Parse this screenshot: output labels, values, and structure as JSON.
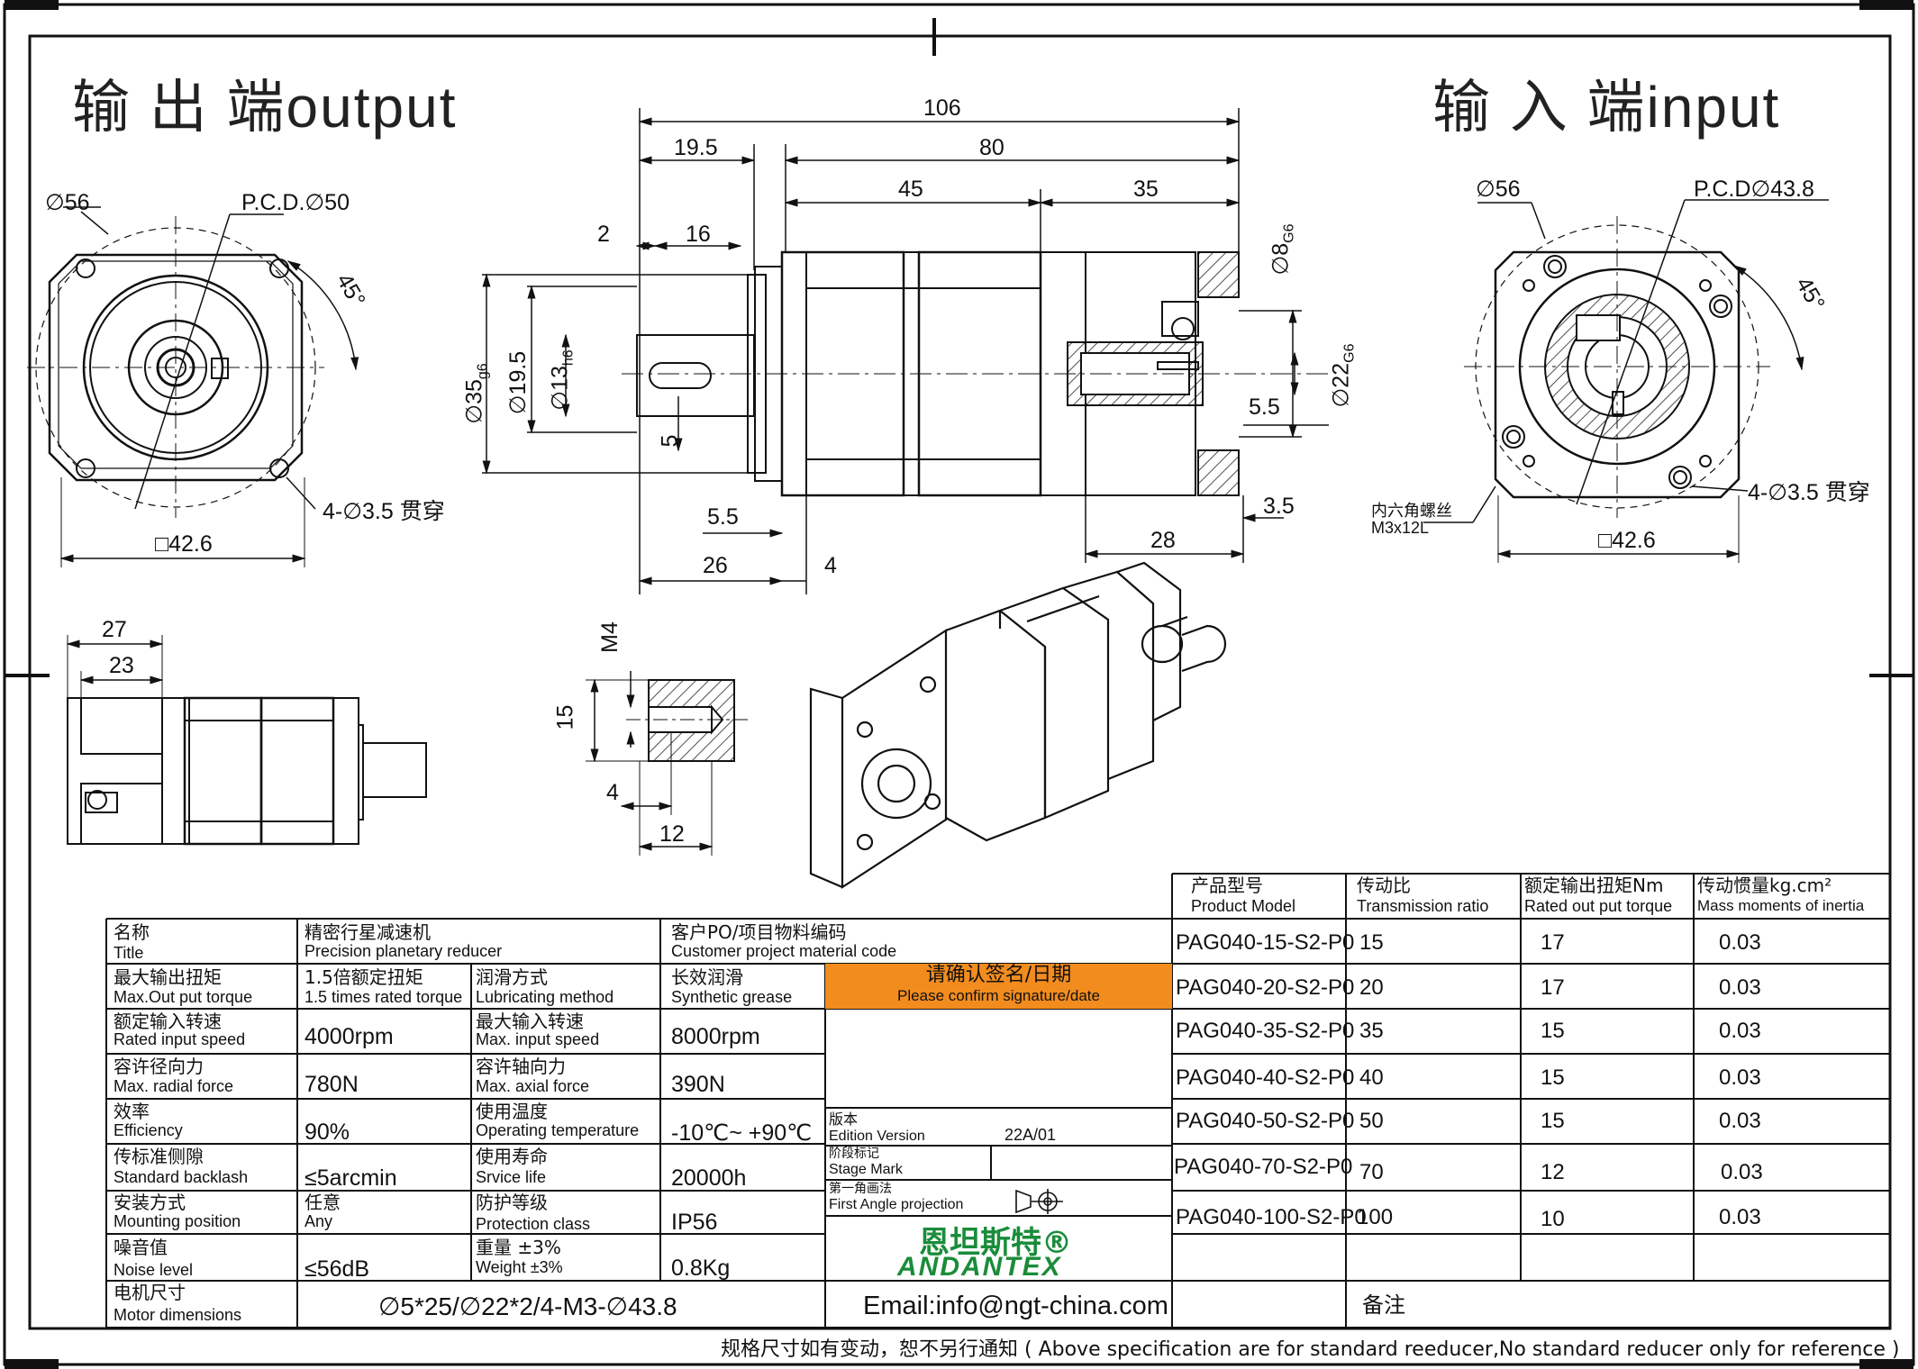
{
  "titles": {
    "output": "输 出 端output",
    "input": "输 入 端input"
  },
  "dims": {
    "total_len": "106",
    "d19_5": "19.5",
    "d80": "80",
    "d45": "45",
    "d35": "35",
    "d2": "2",
    "d16": "16",
    "d35g6": "∅35",
    "g6": "g6",
    "d19_5b": "∅19.5",
    "d13": "∅13",
    "h6": "h6",
    "d5": "5",
    "d8": "∅8",
    "G6a": "G6",
    "d22": "∅22",
    "G6b": "G6",
    "d5_5a": "5.5",
    "d5_5b": "5.5",
    "d3_5": "3.5",
    "d28": "28",
    "d26": "26",
    "d4": "4",
    "out_d56": "∅56",
    "out_pcd": "P.C.D.∅50",
    "out_45": "45°",
    "out_holes": "4-∅3.5 贯穿",
    "out_sq": "□42.6",
    "in_d56": "∅56",
    "in_pcd": "P.C.D∅43.8",
    "in_45": "45°",
    "in_holes": "4-∅3.5 贯穿",
    "in_sq": "□42.6",
    "screw_cn": "内六角螺丝",
    "screw_en": "M3x12L",
    "side_27": "27",
    "side_23": "23",
    "m4": "M4",
    "d15": "15",
    "d4b": "4",
    "d12": "12"
  },
  "spec": {
    "title_cn": "名称",
    "title_en": "Title",
    "title_val_cn": "精密行星减速机",
    "title_val_en": "Precision planetary reducer",
    "cust_cn": "客户PO/项目物料编码",
    "cust_en": "Customer project material code",
    "maxout_cn": "最大输出扭矩",
    "maxout_en": "Max.Out put torque",
    "maxout_val_cn": "1.5倍额定扭矩",
    "maxout_val_en": "1.5 times rated torque",
    "lub_cn": "润滑方式",
    "lub_en": "Lubricating method",
    "lub_val_cn": "长效润滑",
    "lub_val_en": "Synthetic grease",
    "confirm_cn": "请确认签名/日期",
    "confirm_en": "Please confirm signature/date",
    "rin_cn": "额定输入转速",
    "rin_en": "Rated input speed",
    "rin_val": "4000rpm",
    "maxin_cn": "最大输入转速",
    "maxin_en": "Max. input speed",
    "maxin_val": "8000rpm",
    "rad_cn": "容许径向力",
    "rad_en": "Max. radial force",
    "rad_val": "780N",
    "ax_cn": "容许轴向力",
    "ax_en": "Max. axial force",
    "ax_val": "390N",
    "eff_cn": "效率",
    "eff_en": "Efficiency",
    "eff_val": "90%",
    "temp_cn": "使用温度",
    "temp_en": "Operating temperature",
    "temp_val": "-10℃~ +90℃",
    "ver_cn": "版本",
    "ver_en": "Edition Version",
    "ver_val": "22A/01",
    "back_cn": "传标准侧隙",
    "back_en": "Standard backlash",
    "back_val": "≤5arcmin",
    "life_cn": "使用寿命",
    "life_en": "Srvice life",
    "life_val": "20000h",
    "stage_cn": "阶段标记",
    "stage_en": "Stage Mark",
    "mount_cn": "安装方式",
    "mount_en": "Mounting position",
    "mount_val_cn": "任意",
    "mount_val_en": "Any",
    "prot_cn": "防护等级",
    "prot_en": "Protection class",
    "prot_val": "IP56",
    "proj_cn": "第一角画法",
    "proj_en": "First Angle projection",
    "noise_cn": "噪音值",
    "noise_en": "Noise level",
    "noise_val": "≤56dB",
    "wt_cn": "重量 ±3%",
    "wt_en": "Weight ±3%",
    "wt_val": "0.8Kg",
    "logo_cn": "恩坦斯特®",
    "logo_en": "ANDANTEX",
    "motor_cn": "电机尺寸",
    "motor_en": "Motor dimensions",
    "motor_val": "∅5*25/∅22*2/4-M3-∅43.8",
    "email": "Email:info@ngt-china.com",
    "remark": "备注"
  },
  "models": {
    "h_model_cn": "产品型号",
    "h_model_en": "Product Model",
    "h_ratio_cn": "传动比",
    "h_ratio_en": "Transmission ratio",
    "h_torque_cn": "额定输出扭矩Nm",
    "h_torque_en": "Rated out put torque",
    "h_inertia_cn": "传动惯量kg.cm²",
    "h_inertia_en": "Mass moments of inertia",
    "rows": [
      {
        "model": "PAG040-15-S2-P0",
        "ratio": "15",
        "torque": "17",
        "inertia": "0.03"
      },
      {
        "model": "PAG040-20-S2-P0",
        "ratio": "20",
        "torque": "17",
        "inertia": "0.03"
      },
      {
        "model": "PAG040-35-S2-P0",
        "ratio": "35",
        "torque": "15",
        "inertia": "0.03"
      },
      {
        "model": "PAG040-40-S2-P0",
        "ratio": "40",
        "torque": "15",
        "inertia": "0.03"
      },
      {
        "model": "PAG040-50-S2-P0",
        "ratio": "50",
        "torque": "15",
        "inertia": "0.03"
      },
      {
        "model": "PAG040-70-S2-P0",
        "ratio": "70",
        "torque": "12",
        "inertia": "0.03"
      },
      {
        "model": "PAG040-100-S2-P0",
        "ratio": "100",
        "torque": "10",
        "inertia": "0.03"
      }
    ]
  },
  "footer": "规格尺寸如有变动，恕不另行通知  ( Above specification are for standard reeducer,No standard reducer only for reference )",
  "colors": {
    "confirm_bg": "#f28c1e",
    "logo": "#1a8c3a",
    "line": "#111111"
  }
}
